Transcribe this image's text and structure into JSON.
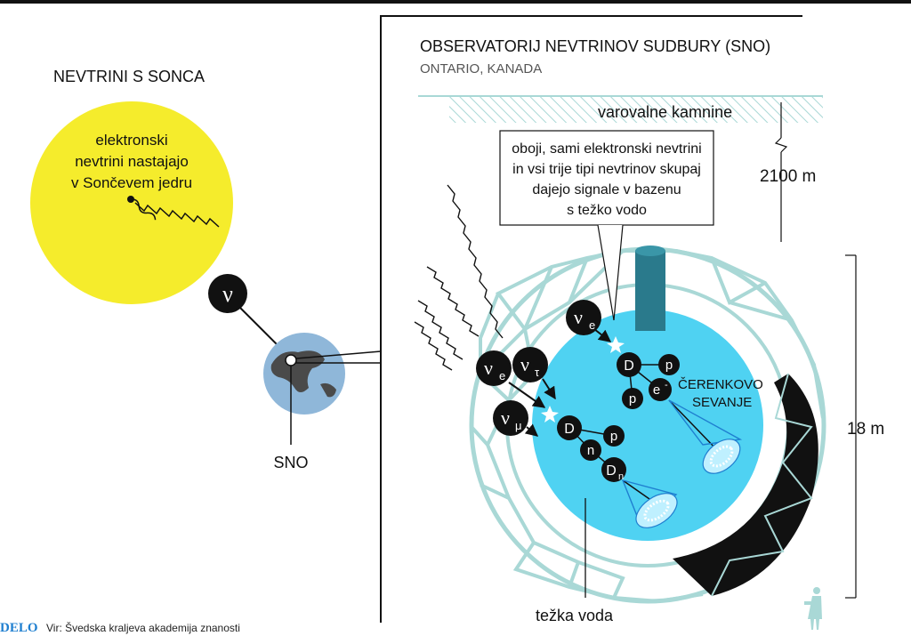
{
  "left_title": "NEVTRINI S SONCA",
  "sun_text": [
    "elektronski",
    "nevtrini nastajajo",
    "v Sončevem jedru"
  ],
  "neutrino_symbol": "ν",
  "earth_label": "SNO",
  "observatory": {
    "title": "OBSERVATORIJ NEVTRINOV SUDBURY (SNO)",
    "subtitle": "ONTARIO, KANADA"
  },
  "rock_label": "varovalne kamnine",
  "depth_label": "2100 m",
  "height_label": "18 m",
  "callout": [
    "oboji, sami elektronski nevtrini",
    "in vsi trije tipi nevtrinov skupaj",
    "dajejo signale v bazenu",
    "s težko vodo"
  ],
  "cherenkov": [
    "ČERENKOVO",
    "SEVANJE"
  ],
  "heavy_water": "težka voda",
  "particles": {
    "nu_base": "ν",
    "e_sub": "e",
    "tau_sub": "τ",
    "mu_sub": "μ",
    "D": "D",
    "p": "p",
    "n": "n",
    "Dn_sub": "n",
    "e_minus": "e",
    "minus": "-"
  },
  "footer": {
    "logo": "DELO",
    "source": "Vir: Švedska kraljeva akademija znanosti"
  },
  "colors": {
    "sun": "#f5ec2c",
    "water": "#4fd2f2",
    "frame": "#a9d8d6",
    "tank": "#2a7a8c"
  }
}
